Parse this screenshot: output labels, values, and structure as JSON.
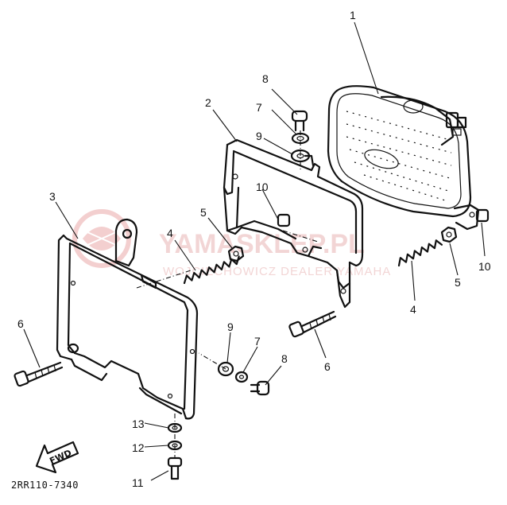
{
  "diagram": {
    "diagram_code": "2RR110-7340",
    "fwd_label": "FWD",
    "watermark": {
      "primary": "YAMASKLEP.PL",
      "secondary": "WOJCIECHOWICZ DEALER YAMAHA"
    },
    "callouts": {
      "c1": "1",
      "c2": "2",
      "c3": "3",
      "c4a": "4",
      "c4b": "4",
      "c5a": "5",
      "c5b": "5",
      "c6a": "6",
      "c6b": "6",
      "c7a": "7",
      "c7b": "7",
      "c8a": "8",
      "c8b": "8",
      "c9a": "9",
      "c9b": "9",
      "c10a": "10",
      "c10b": "10",
      "c11": "11",
      "c12": "12",
      "c13": "13"
    }
  },
  "colors": {
    "line": "#111111",
    "watermark": "#e9b3b3",
    "background": "#ffffff"
  }
}
